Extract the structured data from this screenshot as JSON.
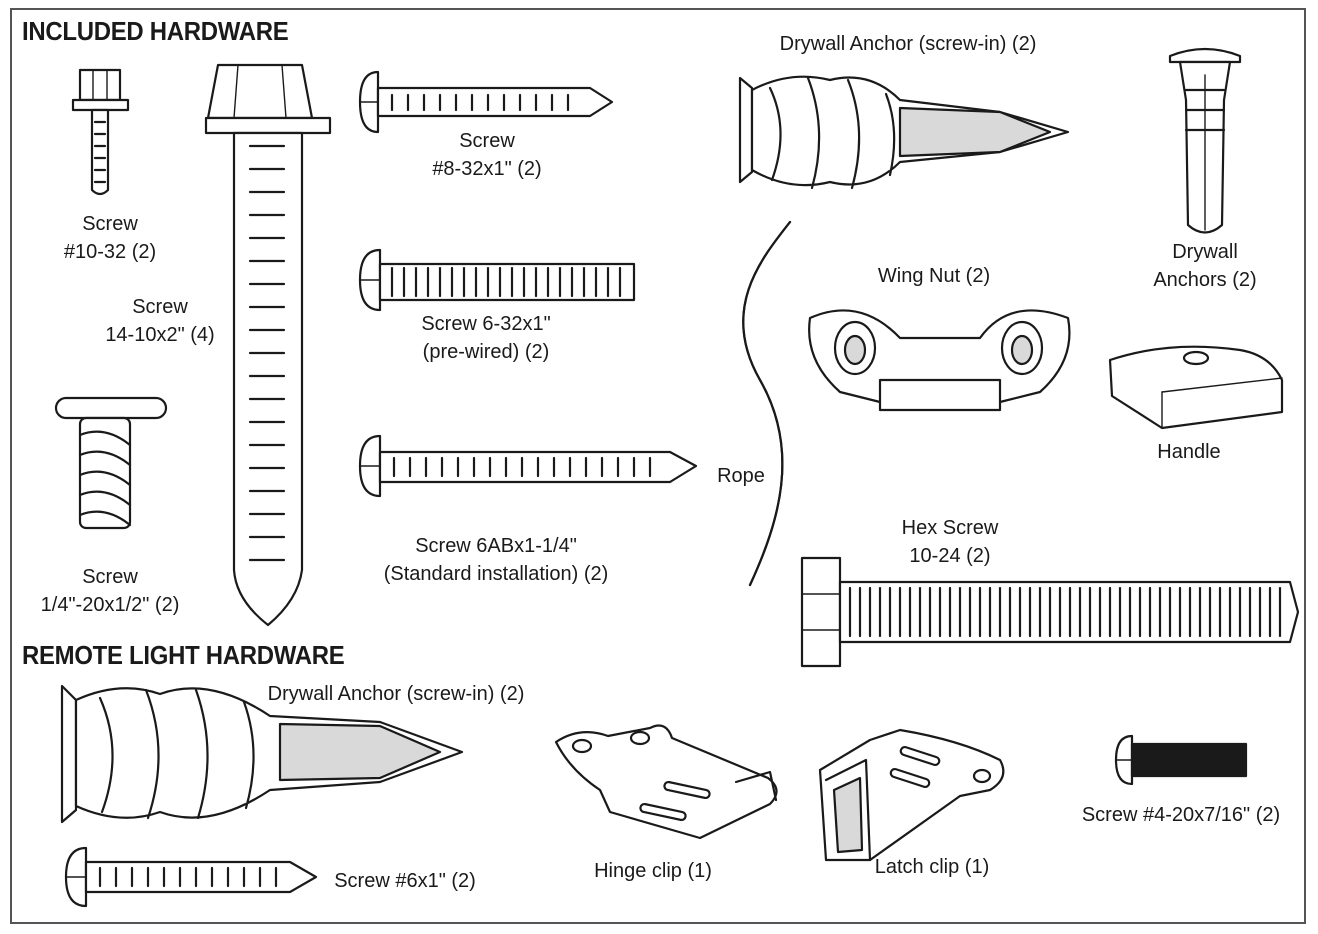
{
  "headings": {
    "included": "INCLUDED HARDWARE",
    "remote": "REMOTE LIGHT HARDWARE"
  },
  "items": {
    "screw_10_32": {
      "line1": "Screw",
      "line2": "#10-32 (2)"
    },
    "screw_14_10": {
      "line1": "Screw",
      "line2": "14-10x2\" (4)"
    },
    "screw_quarter": {
      "line1": "Screw",
      "line2": "1/4\"-20x1/2\" (2)"
    },
    "screw_8_32": {
      "line1": "Screw",
      "line2": "#8-32x1\" (2)"
    },
    "screw_6_32": {
      "line1": "Screw 6-32x1\"",
      "line2": "(pre-wired) (2)"
    },
    "screw_6ab": {
      "line1": "Screw 6ABx1-1/4\"",
      "line2": "(Standard installation) (2)"
    },
    "drywall_anchor_top": {
      "line1": "Drywall Anchor (screw-in) (2)"
    },
    "drywall_anchors": {
      "line1": "Drywall",
      "line2": "Anchors (2)"
    },
    "wing_nut": {
      "line1": "Wing Nut (2)"
    },
    "rope": {
      "line1": "Rope"
    },
    "handle": {
      "line1": "Handle"
    },
    "hex_screw": {
      "line1": "Hex Screw",
      "line2": "10-24 (2)"
    },
    "drywall_anchor_remote": {
      "line1": "Drywall Anchor (screw-in) (2)"
    },
    "screw_6x1": {
      "line1": "Screw #6x1\" (2)"
    },
    "hinge_clip": {
      "line1": "Hinge clip (1)"
    },
    "latch_clip": {
      "line1": "Latch clip (1)"
    },
    "screw_4_20": {
      "line1": "Screw #4-20x7/16\" (2)"
    }
  },
  "icons": [
    "hex-bolt-icon",
    "lag-screw-icon",
    "machine-screw-icon",
    "wood-screw-icon",
    "drywall-anchor-icon",
    "plastic-anchor-icon",
    "wing-nut-icon",
    "rope-icon",
    "handle-icon",
    "hex-screw-icon",
    "hinge-clip-icon",
    "latch-clip-icon"
  ]
}
